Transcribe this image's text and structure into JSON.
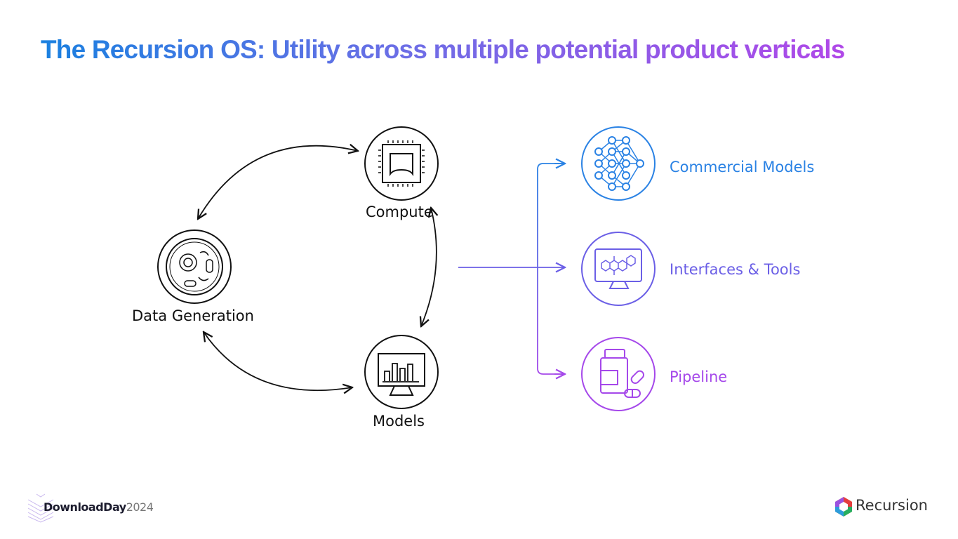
{
  "title": "The Recursion OS: Utility across multiple potential product verticals",
  "cycle": {
    "nodes": [
      {
        "label": "Compute",
        "icon": "cpu-chip-icon"
      },
      {
        "label": "Data Generation",
        "icon": "cell-icon"
      },
      {
        "label": "Models",
        "icon": "bar-chart-monitor-icon"
      }
    ]
  },
  "verticals": [
    {
      "label": "Commercial Models",
      "icon": "neural-network-icon",
      "color": "#2a82e4"
    },
    {
      "label": "Interfaces & Tools",
      "icon": "molecule-monitor-icon",
      "color": "#6b5fe6"
    },
    {
      "label": "Pipeline",
      "icon": "medicine-bottle-pills-icon",
      "color": "#a548ea"
    }
  ],
  "footer": {
    "event": "DownloadDay",
    "year": "2024",
    "brand": "Recursion"
  }
}
